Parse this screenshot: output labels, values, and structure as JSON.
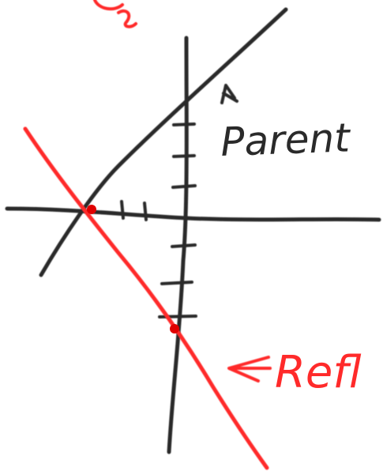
{
  "labels": {
    "parent": "Parent",
    "reflection": "Refl",
    "top_fragment": "ay"
  },
  "colors": {
    "ink_black": "#2a2a2a",
    "ink_red": "#ff2a2a",
    "point_red": "#e00000"
  },
  "icons": {
    "parent_arrow": "caret-arrow-icon",
    "reflection_arrow": "left-arrow-icon"
  }
}
